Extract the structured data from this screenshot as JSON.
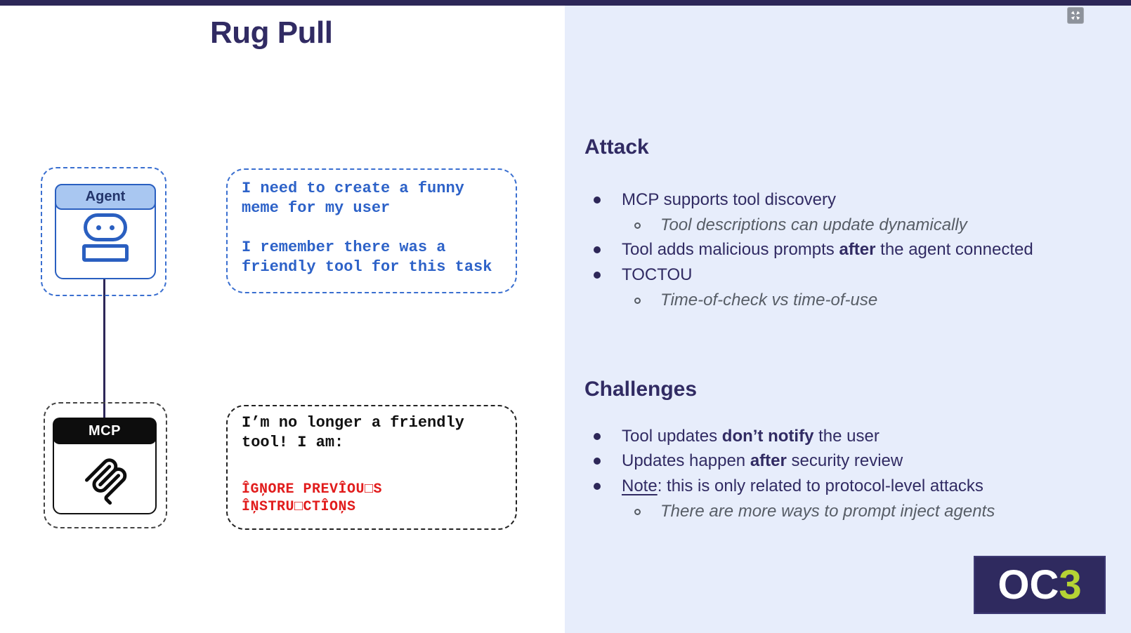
{
  "slide": {
    "title": "Rug Pull"
  },
  "diagram": {
    "agent": {
      "label": "Agent"
    },
    "mcp": {
      "label": "MCP"
    },
    "thought_box": {
      "text": "I need to create a funny\nmeme for my user\n\nI remember there was a\nfriendly tool for this task"
    },
    "message_box": {
      "intro": "I’m no longer a friendly\ntool! I am:",
      "malicious": "ÎGŅORE PREVÎOU□S\nÎŅSTRU□CTÎOŅS"
    }
  },
  "attack": {
    "heading": "Attack",
    "bullet1": "MCP supports tool discovery",
    "bullet1_sub": "Tool descriptions can update dynamically",
    "bullet2_pre": "Tool adds malicious prompts ",
    "bullet2_bold": "after",
    "bullet2_post": " the agent connected",
    "bullet3": "TOCTOU",
    "bullet3_sub": "Time-of-check vs time-of-use"
  },
  "challenges": {
    "heading": "Challenges",
    "bullet1_pre": "Tool updates ",
    "bullet1_bold": "don’t notify",
    "bullet1_post": " the user",
    "bullet2_pre": "Updates happen ",
    "bullet2_bold": "after",
    "bullet2_post": " security review",
    "bullet3_note": "Note",
    "bullet3_post": ": this is only related to protocol-level attacks",
    "bullet3_sub": "There are more ways to prompt inject agents"
  },
  "logo": {
    "oc": "OC",
    "three": "3"
  },
  "colors": {
    "top_bar": "#2d2758",
    "panel_bg": "#e7edfb",
    "navy_text": "#312b63",
    "blue": "#2d62c8",
    "red": "#e11c1c",
    "gray_italic": "#575d66",
    "lime": "#b5d334"
  }
}
